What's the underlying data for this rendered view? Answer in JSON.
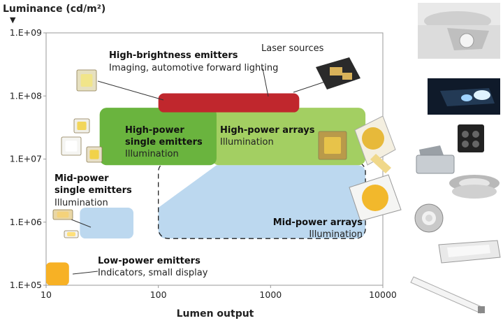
{
  "chart_data": {
    "type": "area",
    "title": "",
    "ylabel": "Luminance (cd/m²)",
    "xlabel": "Lumen output",
    "x_scale": "log",
    "y_scale": "log",
    "xlim": [
      10,
      10000
    ],
    "ylim": [
      100000,
      1000000000
    ],
    "x_ticks": [
      "10",
      "100",
      "1000",
      "10000"
    ],
    "y_ticks": [
      "1.E+05",
      "1.E+06",
      "1.E+07",
      "1.E+08",
      "1.E+09"
    ],
    "grid": false,
    "regions": [
      {
        "name": "High-brightness emitters",
        "description": "Imaging, automotive forward lighting",
        "color": "#c0272d",
        "lumen_range": [
          100,
          1800
        ],
        "luminance_range": [
          55000000,
          110000000
        ]
      },
      {
        "name": "Laser sources",
        "description": "",
        "color": "",
        "lumen_range": [],
        "luminance_range": []
      },
      {
        "name": "High-power single emitters",
        "name_lines": [
          "High-power",
          "single emitters"
        ],
        "description": "Illumination",
        "color": "#6ab43e",
        "lumen_range": [
          30,
          330
        ],
        "luminance_range": [
          8000000,
          65000000
        ]
      },
      {
        "name": "High-power arrays",
        "description": "Illumination",
        "color": "#a3cf62",
        "lumen_range": [
          300,
          7000
        ],
        "luminance_range": [
          8000000,
          65000000
        ]
      },
      {
        "name": "Mid-power single emitters",
        "name_lines": [
          "Mid-power",
          "single emitters"
        ],
        "description": "Illumination",
        "color": "#bcd8ef",
        "lumen_range": [
          20,
          60
        ],
        "luminance_range": [
          550000,
          1700000
        ]
      },
      {
        "name": "Mid-power arrays",
        "description": "Illumination",
        "color": "#bcd8ef",
        "lumen_range": [
          100,
          7000
        ],
        "luminance_range": [
          550000,
          9000000
        ]
      },
      {
        "name": "Low-power emitters",
        "description": "Indicators, small display",
        "color": "#f7b125",
        "lumen_range": [
          10,
          16
        ],
        "luminance_range": [
          100000,
          230000
        ]
      }
    ]
  },
  "side_images": [
    {
      "name": "automotive-headlight-photo"
    },
    {
      "name": "projector-lamp-photo"
    },
    {
      "name": "car-headlight-night-photo"
    },
    {
      "name": "track-light-photo"
    },
    {
      "name": "high-bay-fixture-photo"
    },
    {
      "name": "downlight-photo"
    },
    {
      "name": "led-bulb-photo"
    },
    {
      "name": "troffer-panel-photo"
    },
    {
      "name": "tube-lamp-photo"
    }
  ]
}
